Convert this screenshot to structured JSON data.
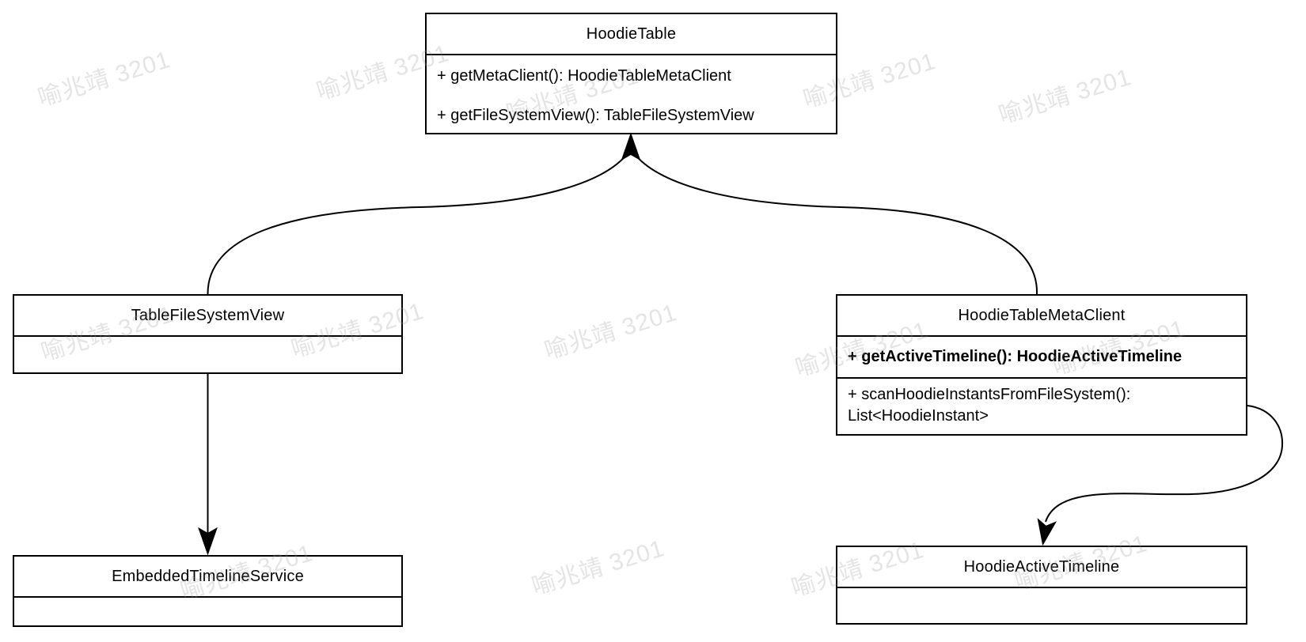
{
  "watermark": {
    "text": "喻兆靖 3201"
  },
  "colors": {
    "stroke": "#000000",
    "box_fill": "#ffffff",
    "background": "#ffffff",
    "watermark": "#c9c9c9"
  },
  "diagram": {
    "type": "uml-class-diagram",
    "classes": [
      {
        "name": "HoodieTable",
        "methods": [
          "+ getMetaClient(): HoodieTableMetaClient",
          "+ getFileSystemView(): TableFileSystemView"
        ]
      },
      {
        "name": "TableFileSystemView",
        "methods": []
      },
      {
        "name": "HoodieTableMetaClient",
        "methods": [
          "+ getActiveTimeline(): HoodieActiveTimeline",
          "+ scanHoodieInstantsFromFileSystem(): List<HoodieInstant>"
        ]
      },
      {
        "name": "EmbeddedTimelineService",
        "methods": []
      },
      {
        "name": "HoodieActiveTimeline",
        "methods": []
      }
    ],
    "relations": [
      {
        "from": "TableFileSystemView",
        "to": "HoodieTable",
        "arrow": "filled-arrowhead"
      },
      {
        "from": "HoodieTableMetaClient",
        "to": "HoodieTable",
        "arrow": "filled-arrowhead"
      },
      {
        "from": "TableFileSystemView",
        "to": "EmbeddedTimelineService",
        "arrow": "filled-arrowhead"
      },
      {
        "from": "HoodieTableMetaClient",
        "to": "HoodieActiveTimeline",
        "arrow": "filled-arrowhead"
      }
    ]
  }
}
